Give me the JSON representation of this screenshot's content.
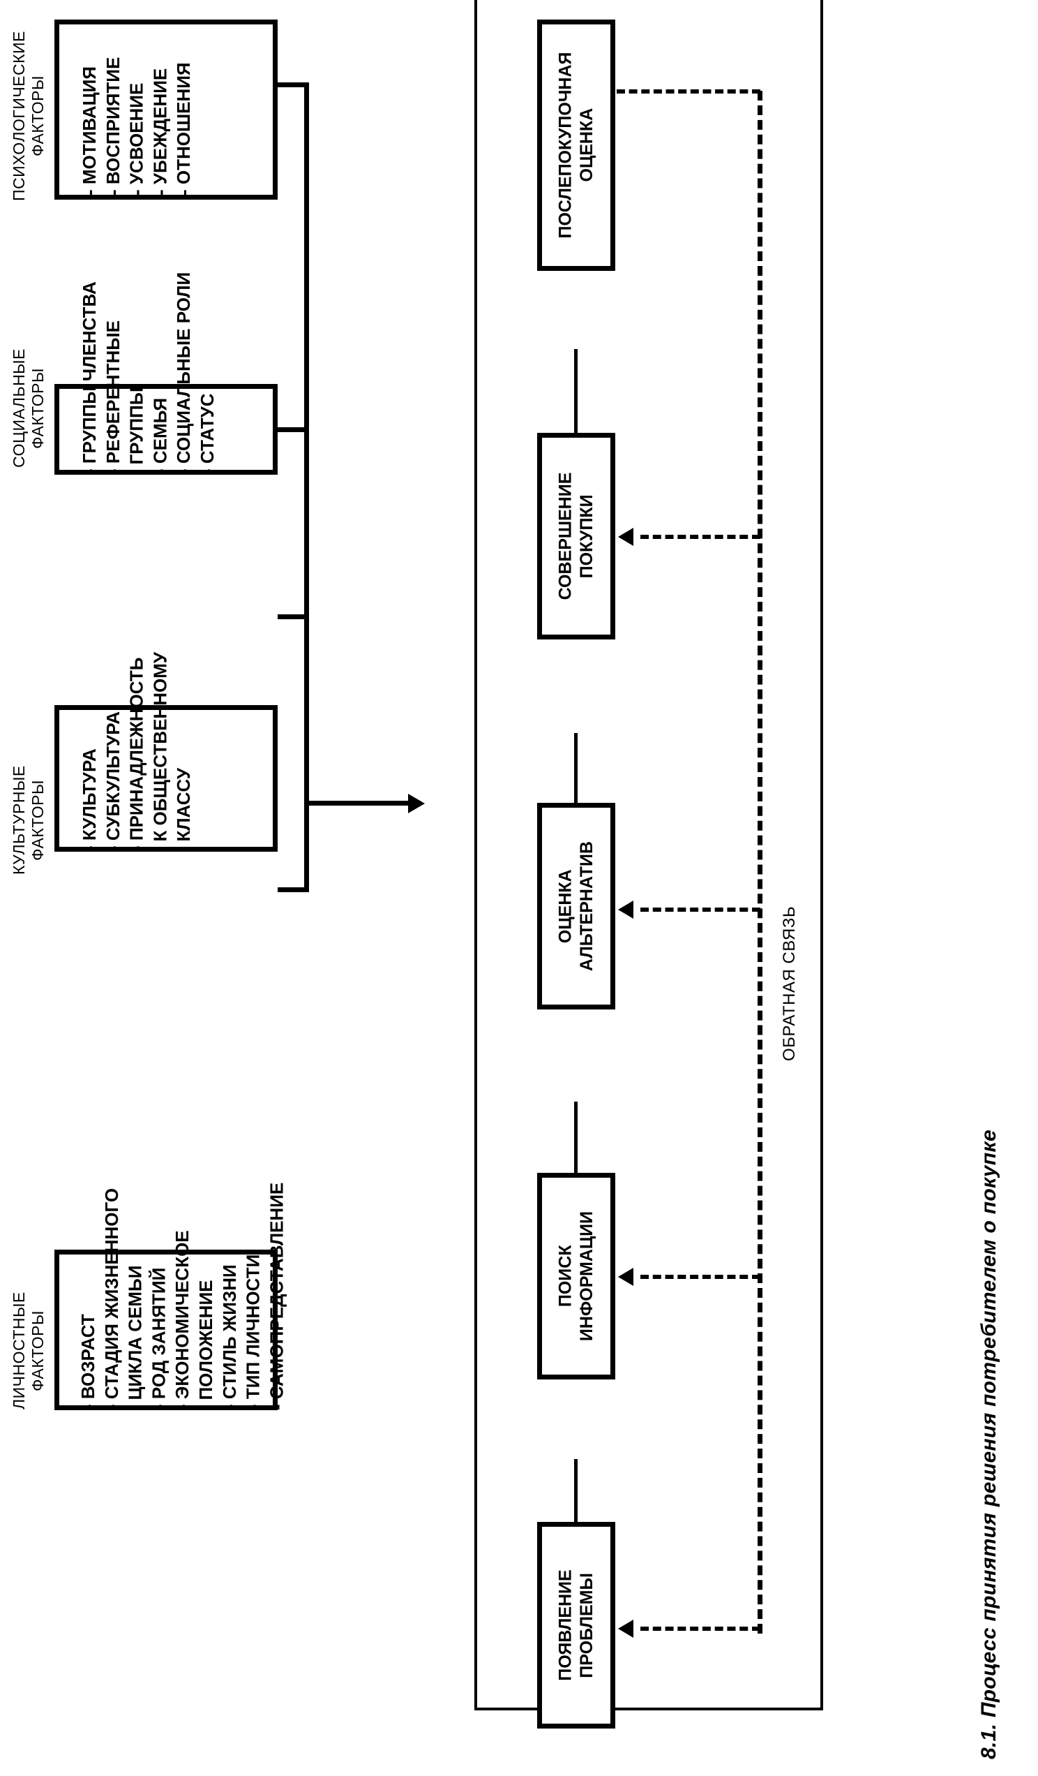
{
  "figure": {
    "caption": "8.1. Процесс принятия решения потребителем о покупке"
  },
  "factor_groups": [
    {
      "id": "personal",
      "title": "ЛИЧНОСТНЫЕ\nФАКТОРЫ",
      "items_text": "- ВОЗРАСТ\n- СТАДИЯ ЖИЗНЕННОГО\n  ЦИКЛА СЕМЬИ\n- РОД ЗАНЯТИЙ\n- ЭКОНОМИЧЕСКОЕ\n  ПОЛОЖЕНИЕ\n- СТИЛЬ ЖИЗНИ\n- ТИП ЛИЧНОСТИ\n- САМОПРЕДСТАВЛЕНИЕ",
      "items": [
        "ВОЗРАСТ",
        "СТАДИЯ ЖИЗНЕННОГО ЦИКЛА СЕМЬИ",
        "РОД ЗАНЯТИЙ",
        "ЭКОНОМИЧЕСКОЕ ПОЛОЖЕНИЕ",
        "СТИЛЬ ЖИЗНИ",
        "ТИП ЛИЧНОСТИ",
        "САМОПРЕДСТАВЛЕНИЕ"
      ]
    },
    {
      "id": "cultural",
      "title": "КУЛЬТУРНЫЕ\nФАКТОРЫ",
      "items_text": "- КУЛЬТУРА\n- СУБКУЛЬТУРА\n- ПРИНАДЛЕЖНОСТЬ\n  К ОБЩЕСТВЕННОМУ\n  КЛАССУ",
      "items": [
        "КУЛЬТУРА",
        "СУБКУЛЬТУРА",
        "ПРИНАДЛЕЖНОСТЬ К ОБЩЕСТВЕННОМУ КЛАССУ"
      ]
    },
    {
      "id": "social",
      "title": "СОЦИАЛЬНЫЕ\nФАКТОРЫ",
      "items_text": "- ГРУППЫ ЧЛЕНСТВА\n- РЕФЕРЕНТНЫЕ\n  ГРУППЫ\n- СЕМЬЯ\n- СОЦИАЛЬНЫЕ РОЛИ\n- СТАТУС",
      "items": [
        "ГРУППЫ ЧЛЕНСТВА",
        "РЕФЕРЕНТНЫЕ ГРУППЫ",
        "СЕМЬЯ",
        "СОЦИАЛЬНЫЕ РОЛИ",
        "СТАТУС"
      ]
    },
    {
      "id": "psychological",
      "title": "ПСИХОЛОГИЧЕСКИЕ\nФАКТОРЫ",
      "items_text": "- МОТИВАЦИЯ\n- ВОСПРИЯТИЕ\n- УСВОЕНИЕ\n- УБЕЖДЕНИЕ\n- ОТНОШЕНИЯ",
      "items": [
        "МОТИВАЦИЯ",
        "ВОСПРИЯТИЕ",
        "УСВОЕНИЕ",
        "УБЕЖДЕНИЕ",
        "ОТНОШЕНИЯ"
      ]
    }
  ],
  "process": {
    "stages": [
      {
        "id": "problem",
        "label": "ПОЯВЛЕНИЕ\nПРОБЛЕМЫ"
      },
      {
        "id": "search",
        "label": "ПОИСК\nИНФОРМАЦИИ"
      },
      {
        "id": "evaluation",
        "label": "ОЦЕНКА\nАЛЬТЕРНАТИВ"
      },
      {
        "id": "purchase",
        "label": "СОВЕРШЕНИЕ\nПОКУПКИ"
      },
      {
        "id": "postbuy",
        "label": "ПОСЛЕПОКУПОЧНАЯ\nОЦЕНКА"
      }
    ],
    "feedback_label": "ОБРАТНАЯ СВЯЗЬ"
  },
  "colors": {
    "ink": "#000000",
    "paper": "#ffffff"
  }
}
